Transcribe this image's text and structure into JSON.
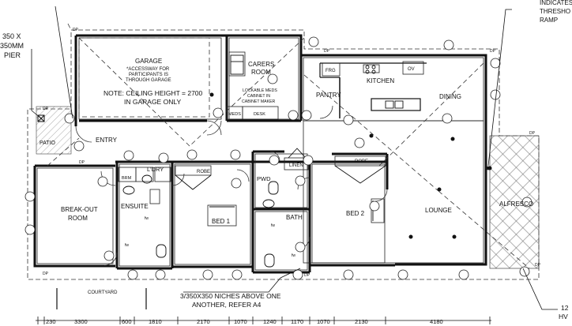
{
  "annotations": {
    "pier_line1": "350 X",
    "pier_line2": "350MM",
    "pier_line3": "PIER",
    "indicates_line1": "INDICATES",
    "indicates_line2": "THRESHO",
    "indicates_line3": "RAMP",
    "niches_line1": "3/350X350 NICHES ABOVE ONE",
    "niches_line2": "ANOTHER, REFER A4",
    "bottom_right_line1": "12",
    "bottom_right_line2": "HV"
  },
  "rooms": {
    "garage": "GARAGE",
    "garage_note1": "*ACCESSWAY FOR",
    "garage_note2": "PARTICIPANTS IS",
    "garage_note3": "THROUGH GARAGE",
    "garage_ceiling1": "NOTE: CEILING HEIGHT = 2700",
    "garage_ceiling2": "IN GARAGE ONLY",
    "carers1": "CARERS",
    "carers2": "ROOM",
    "lockable1": "LOCKABLE MEDS",
    "lockable2": "CABINET IN",
    "lockable3": "CABINET MAKER",
    "meds": "MEDS",
    "desk": "DESK",
    "kitchen": "KITCHEN",
    "frg": "FRG",
    "ov": "OV",
    "pantry": "PANTRY",
    "dining": "DINING",
    "entry": "ENTRY",
    "patio": "PATIO",
    "ldry": "L'DRY",
    "brm": "BRM",
    "robe1": "ROBE",
    "robe2": "ROBE",
    "pwd": "PWD",
    "linen": "LINEN",
    "breakout1": "BREAK-OUT",
    "breakout2": "ROOM",
    "ensuite": "ENSUITE",
    "bed1": "BED 1",
    "bath": "BATH",
    "bed2": "BED 2",
    "lounge": "LOUNGE",
    "alfresco": "ALFRESCO",
    "courtyard": "COURTYARD"
  },
  "dp_marks": [
    "DP",
    "DP",
    "DP",
    "DP",
    "DP",
    "DP",
    "DP",
    "DP",
    "DP"
  ],
  "fw_marks": [
    "fw",
    "fw",
    "fw",
    "fw"
  ],
  "dimensions": [
    "230",
    "3300",
    "600",
    "1810",
    "2170",
    "1070",
    "1240",
    "1170",
    "1070",
    "2130",
    "4180"
  ]
}
